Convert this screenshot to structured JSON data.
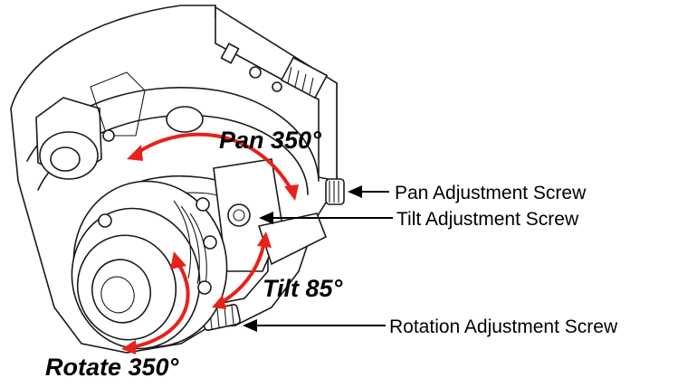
{
  "motions": {
    "pan": "Pan 350°",
    "tilt": "Tilt 85°",
    "rotate": "Rotate 350°"
  },
  "callouts": {
    "pan_screw": "Pan Adjustment Screw",
    "tilt_screw": "Tilt Adjustment Screw",
    "rotation_screw": "Rotation Adjustment Screw"
  },
  "colors": {
    "arrow": "#e8211a",
    "outline": "#1a1a1a"
  }
}
